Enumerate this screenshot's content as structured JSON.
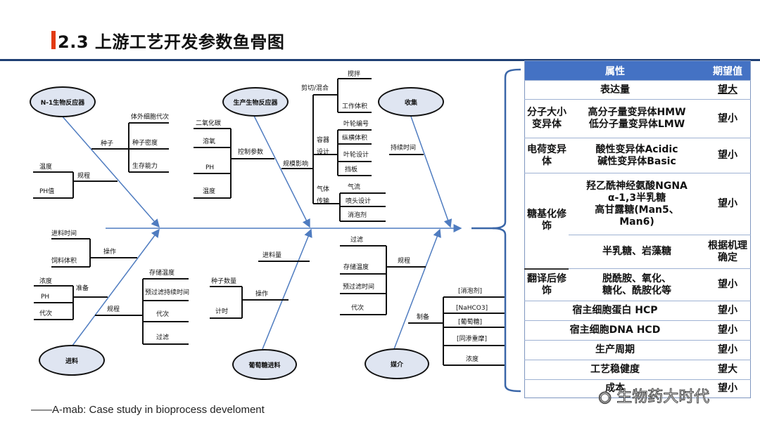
{
  "title": "2.3 上游工艺开发参数鱼骨图",
  "citation": "——A-mab: Case study in bioprocess develoment",
  "watermark": "生物药大时代",
  "colors": {
    "accent_red": "#e23a12",
    "rule_navy": "#1f3f74",
    "spine_blue": "#4f7cc0",
    "table_header": "#4472c4",
    "ellipse_fill": "#dfe5f1"
  },
  "fishbone": {
    "categories": {
      "n1_bioreactor": {
        "name": "N-1生物反应器",
        "branches": [
          {
            "name": "种子",
            "items": [
              "体外细胞代次",
              "种子密度",
              "生存能力"
            ]
          },
          {
            "name": "规程",
            "items": [
              "温度",
              "PH值"
            ]
          }
        ]
      },
      "production_bioreactor": {
        "name": "生产生物反应器",
        "branches": [
          {
            "name": "控制参数",
            "items": [
              "二氧化碳",
              "溶氧",
              "PH",
              "温度"
            ]
          },
          {
            "name": "规模影响",
            "sub": [
              {
                "name": "剪切/混合",
                "items": [
                  "搅拌",
                  "工作体积"
                ]
              },
              {
                "name": "容器设计",
                "items": [
                  "叶轮编号",
                  "纵横体积",
                  "叶轮设计",
                  "挡板"
                ]
              },
              {
                "name": "气体传输",
                "items": [
                  "气流",
                  "喷头设计",
                  "消泡剂"
                ]
              }
            ]
          }
        ]
      },
      "harvest": {
        "name": "收集",
        "branches": [
          {
            "name": "持续时间",
            "items": []
          }
        ]
      },
      "feed": {
        "name": "进料",
        "branches": [
          {
            "name": "操作",
            "items": [
              "进料时间",
              "饲料体积"
            ]
          },
          {
            "name": "准备",
            "items": [
              "浓度",
              "PH",
              "代次"
            ]
          },
          {
            "name": "规程",
            "items": [
              "存储温度",
              "预过滤持续时间",
              "代次",
              "过滤"
            ]
          }
        ]
      },
      "glucose_feed": {
        "name": "葡萄糖进料",
        "branches": [
          {
            "name": "进料量",
            "items": []
          },
          {
            "name": "操作",
            "items": [
              "种子数量",
              "计时"
            ]
          }
        ]
      },
      "media": {
        "name": "媒介",
        "branches": [
          {
            "name": "规程",
            "items": [
              "过滤",
              "存储温度",
              "预过滤时间",
              "代次"
            ]
          },
          {
            "name": "制备",
            "items": [
              "[消泡剂]",
              "[NaHCO3]",
              "[葡萄糖]",
              "[同渗重摩]",
              "浓度"
            ]
          }
        ]
      }
    }
  },
  "table": {
    "headers": {
      "attribute": "属性",
      "expected": "期望值"
    },
    "rows": [
      {
        "group": "",
        "attribute": "表达量",
        "expected": "望大",
        "underline": true
      },
      {
        "group": "分子大小变异体",
        "attribute": "高分子量变异体HMW\n低分子量变异体LMW",
        "expected": "望小"
      },
      {
        "group": "电荷变异体",
        "attribute": "酸性变异体Acidic\n碱性变异体Basic",
        "expected": "望小"
      },
      {
        "group": "糖基化修饰",
        "attribute": "羟乙酰神经氨酸NGNA\nα-1,3半乳糖\n高甘露糖(Man5、\nMan6)",
        "expected": "望小"
      },
      {
        "group": "糖基化修饰",
        "attribute": "半乳糖、岩藻糖",
        "expected": "根据机理确定"
      },
      {
        "group": "翻译后修饰",
        "attribute": "脱酰胺、氧化、\n糖化、酰胺化等",
        "expected": "望小"
      },
      {
        "group": "",
        "attribute": "宿主细胞蛋白 HCP",
        "expected": "望小"
      },
      {
        "group": "",
        "attribute": "宿主细胞DNA HCD",
        "expected": "望小"
      },
      {
        "group": "",
        "attribute": "生产周期",
        "expected": "望小"
      },
      {
        "group": "",
        "attribute": "工艺稳健度",
        "expected": "望大"
      },
      {
        "group": "",
        "attribute": "成本",
        "expected": "望小"
      }
    ]
  }
}
